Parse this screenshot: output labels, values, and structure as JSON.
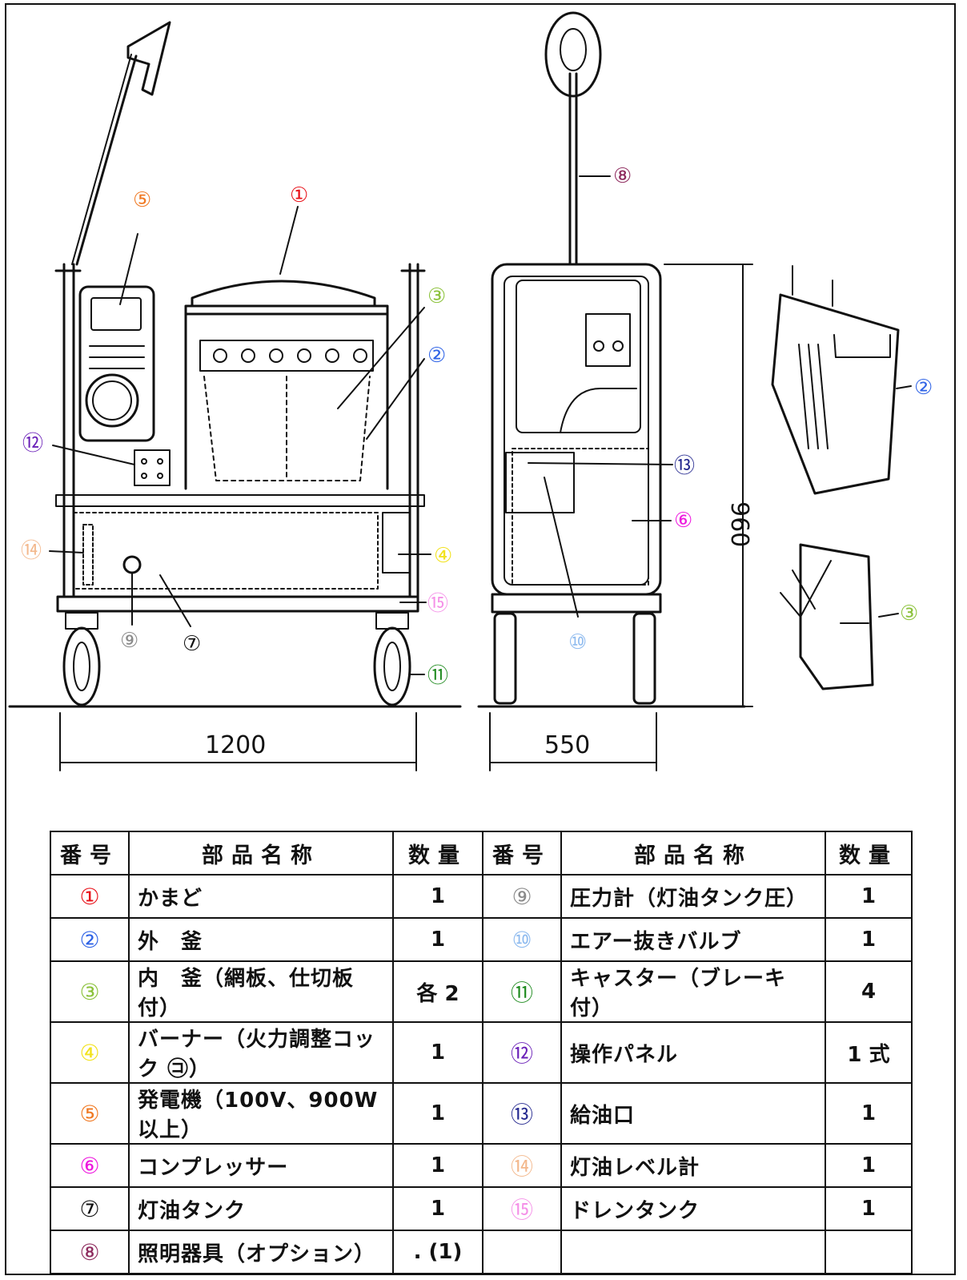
{
  "colors": {
    "c1": "#e8121a",
    "c2": "#2f63e6",
    "c3": "#8cc23c",
    "c4": "#f2e21f",
    "c5": "#f07a24",
    "c6": "#ee19de",
    "c7": "#111111",
    "c8": "#8e2b5e",
    "c9": "#8a8a8a",
    "c10": "#8fbbef",
    "c11": "#1e8a1e",
    "c12": "#6a1fb8",
    "c13": "#24288f",
    "c14": "#f3b88c",
    "c15": "#f590e8"
  },
  "callouts": {
    "n1": "①",
    "n2": "②",
    "n3": "③",
    "n4": "④",
    "n5": "⑤",
    "n6": "⑥",
    "n7": "⑦",
    "n8": "⑧",
    "n9": "⑨",
    "n10": "⑩",
    "n11": "⑪",
    "n12": "⑫",
    "n13": "⑬",
    "n14": "⑭",
    "n15": "⑮"
  },
  "dimensions": {
    "width_front": "1200",
    "width_side": "550",
    "height": "960"
  },
  "table": {
    "headers": [
      "番号",
      "部品名称",
      "数量",
      "番号",
      "部品名称",
      "数量"
    ],
    "left_rows": [
      {
        "no": "①",
        "name": "かまど",
        "qty": "1"
      },
      {
        "no": "②",
        "name": "外　釜",
        "qty": "1"
      },
      {
        "no": "③",
        "name": "内　釜（網板、仕切板付）",
        "qty": "各 2"
      },
      {
        "no": "④",
        "name": "バーナー（火力調整コック ㋙）",
        "qty": "1"
      },
      {
        "no": "⑤",
        "name": "発電機（100V、900W以上）",
        "qty": "1"
      },
      {
        "no": "⑥",
        "name": "コンプレッサー",
        "qty": "1"
      },
      {
        "no": "⑦",
        "name": "灯油タンク",
        "qty": "1"
      },
      {
        "no": "⑧",
        "name": "照明器具（オプション）",
        "qty": ". (1)"
      }
    ],
    "right_rows": [
      {
        "no": "⑨",
        "name": "圧力計（灯油タンク圧）",
        "qty": "1"
      },
      {
        "no": "⑩",
        "name": "エアー抜きバルブ",
        "qty": "1"
      },
      {
        "no": "⑪",
        "name": "キャスター（ブレーキ付）",
        "qty": "4"
      },
      {
        "no": "⑫",
        "name": "操作パネル",
        "qty": "1 式"
      },
      {
        "no": "⑬",
        "name": "給油口",
        "qty": "1"
      },
      {
        "no": "⑭",
        "name": "灯油レベル計",
        "qty": "1"
      },
      {
        "no": "⑮",
        "name": "ドレンタンク",
        "qty": "1"
      },
      {
        "no": "",
        "name": "",
        "qty": ""
      }
    ]
  }
}
